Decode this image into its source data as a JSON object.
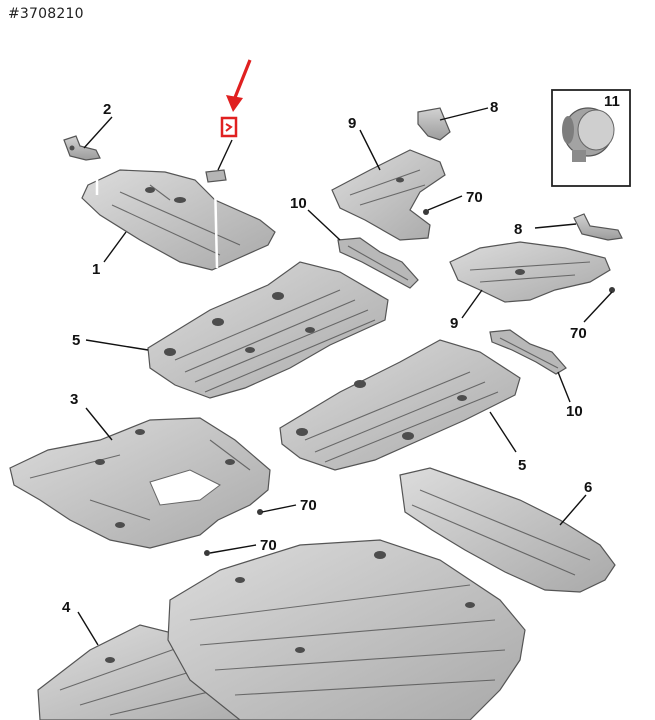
{
  "reference": "#3708210",
  "callouts": {
    "c1": "1",
    "c2": "2",
    "c3": "3",
    "c4": "4",
    "c5a": "5",
    "c5b": "5",
    "c6": "6",
    "c8a": "8",
    "c8b": "8",
    "c9a": "9",
    "c9b": "9",
    "c10a": "10",
    "c10b": "10",
    "c11": "11",
    "c70a": "70",
    "c70b": "70",
    "c70c": "70",
    "c70d": "70"
  },
  "colors": {
    "panel": "#c9c9c9",
    "panel_dark": "#9a9a9a",
    "highlight": "#e02020",
    "arrow": "#e02020"
  }
}
